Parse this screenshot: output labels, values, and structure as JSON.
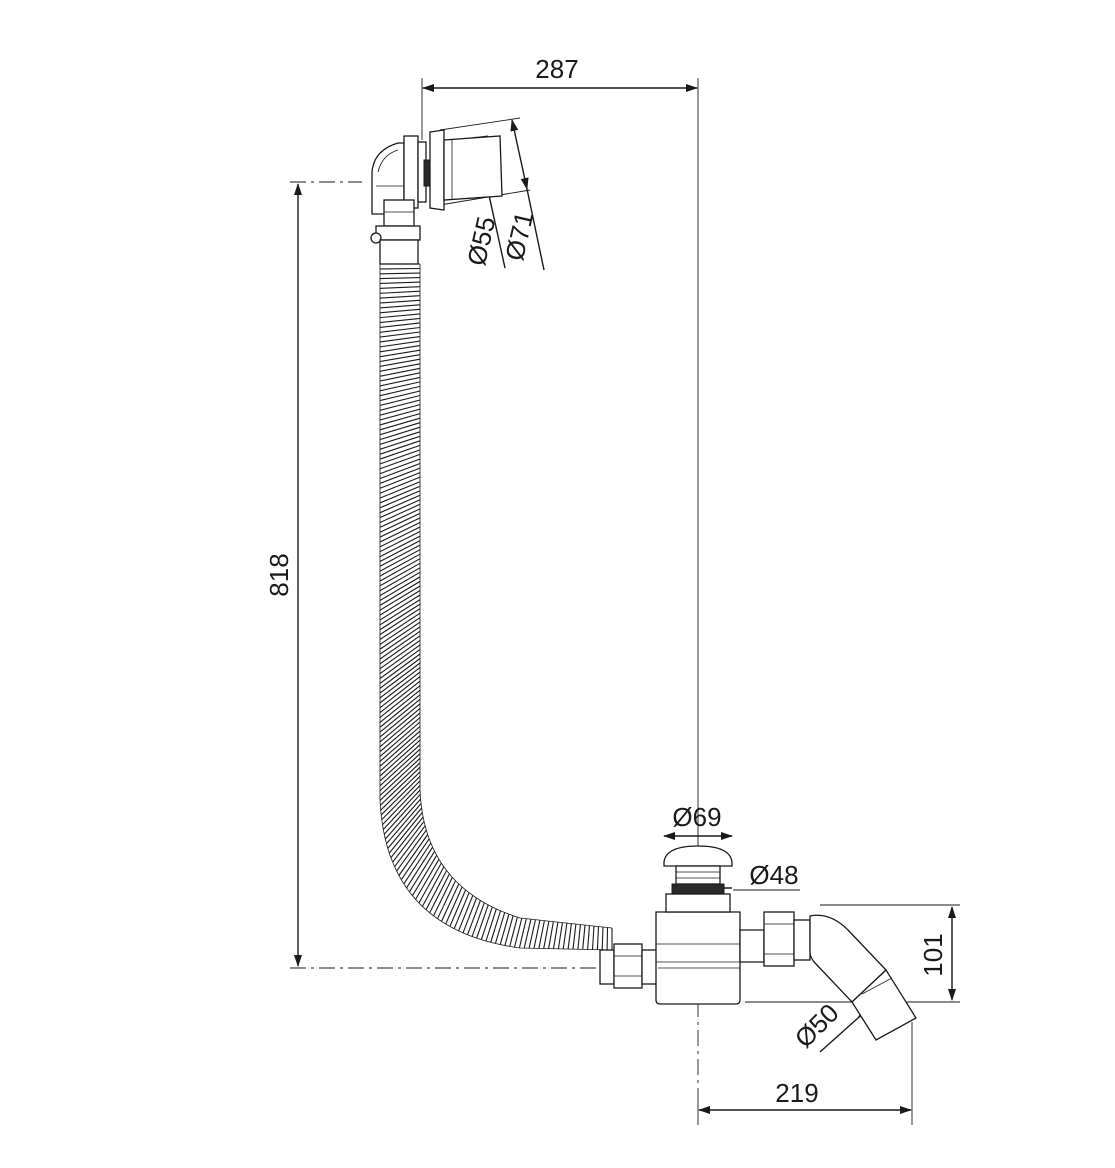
{
  "dimensions": {
    "width_top": "287",
    "height_total": "818",
    "overflow_inner_diameter": "Ø55",
    "overflow_outer_diameter": "Ø71",
    "waste_cap_diameter": "Ø69",
    "waste_body_diameter": "Ø48",
    "trap_height": "101",
    "outlet_diameter": "Ø50",
    "outlet_offset": "219"
  },
  "colors": {
    "line": "#1a1a1a",
    "fill_dark": "#2a2a2a",
    "background": "#ffffff"
  }
}
